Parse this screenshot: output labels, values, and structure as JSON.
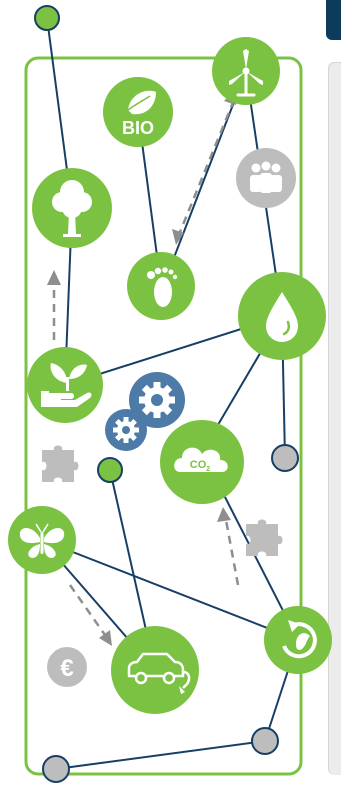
{
  "colors": {
    "green": "#7cc242",
    "navy": "#173f66",
    "grey": "#bdbdbd",
    "steel_blue": "#4d7aa6",
    "dash": "#8e8e8e",
    "panel": "#ececec",
    "tab": "#0e3a5c"
  },
  "icons": {
    "bio_label": "BIO",
    "co2_label": "CO",
    "co2_subscript": "2",
    "currency_symbol": "€"
  },
  "icon_names": [
    "wind-turbine-icon",
    "bio-leaf-icon",
    "people-group-icon",
    "tree-icon",
    "footprint-icon",
    "water-drop-icon",
    "hand-plant-icon",
    "gear-icon",
    "co2-cloud-icon",
    "puzzle-icon",
    "butterfly-icon",
    "euro-icon",
    "electric-car-icon",
    "recycle-icon"
  ]
}
